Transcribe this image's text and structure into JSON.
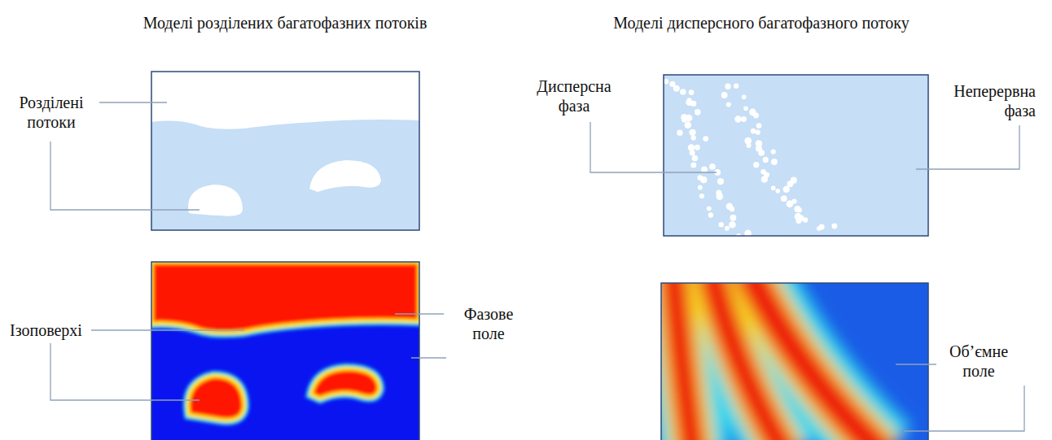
{
  "diagram": {
    "labels": [
      "Моделі розділених багатофазних потоків",
      "Моделі дисперсного багатофазного потоку",
      "Розділені потоки",
      "Дисперсна фаза",
      "Неперервна фаза",
      "Ізоповерхі",
      "Фазове поле",
      "Об’ємне поле"
    ]
  }
}
